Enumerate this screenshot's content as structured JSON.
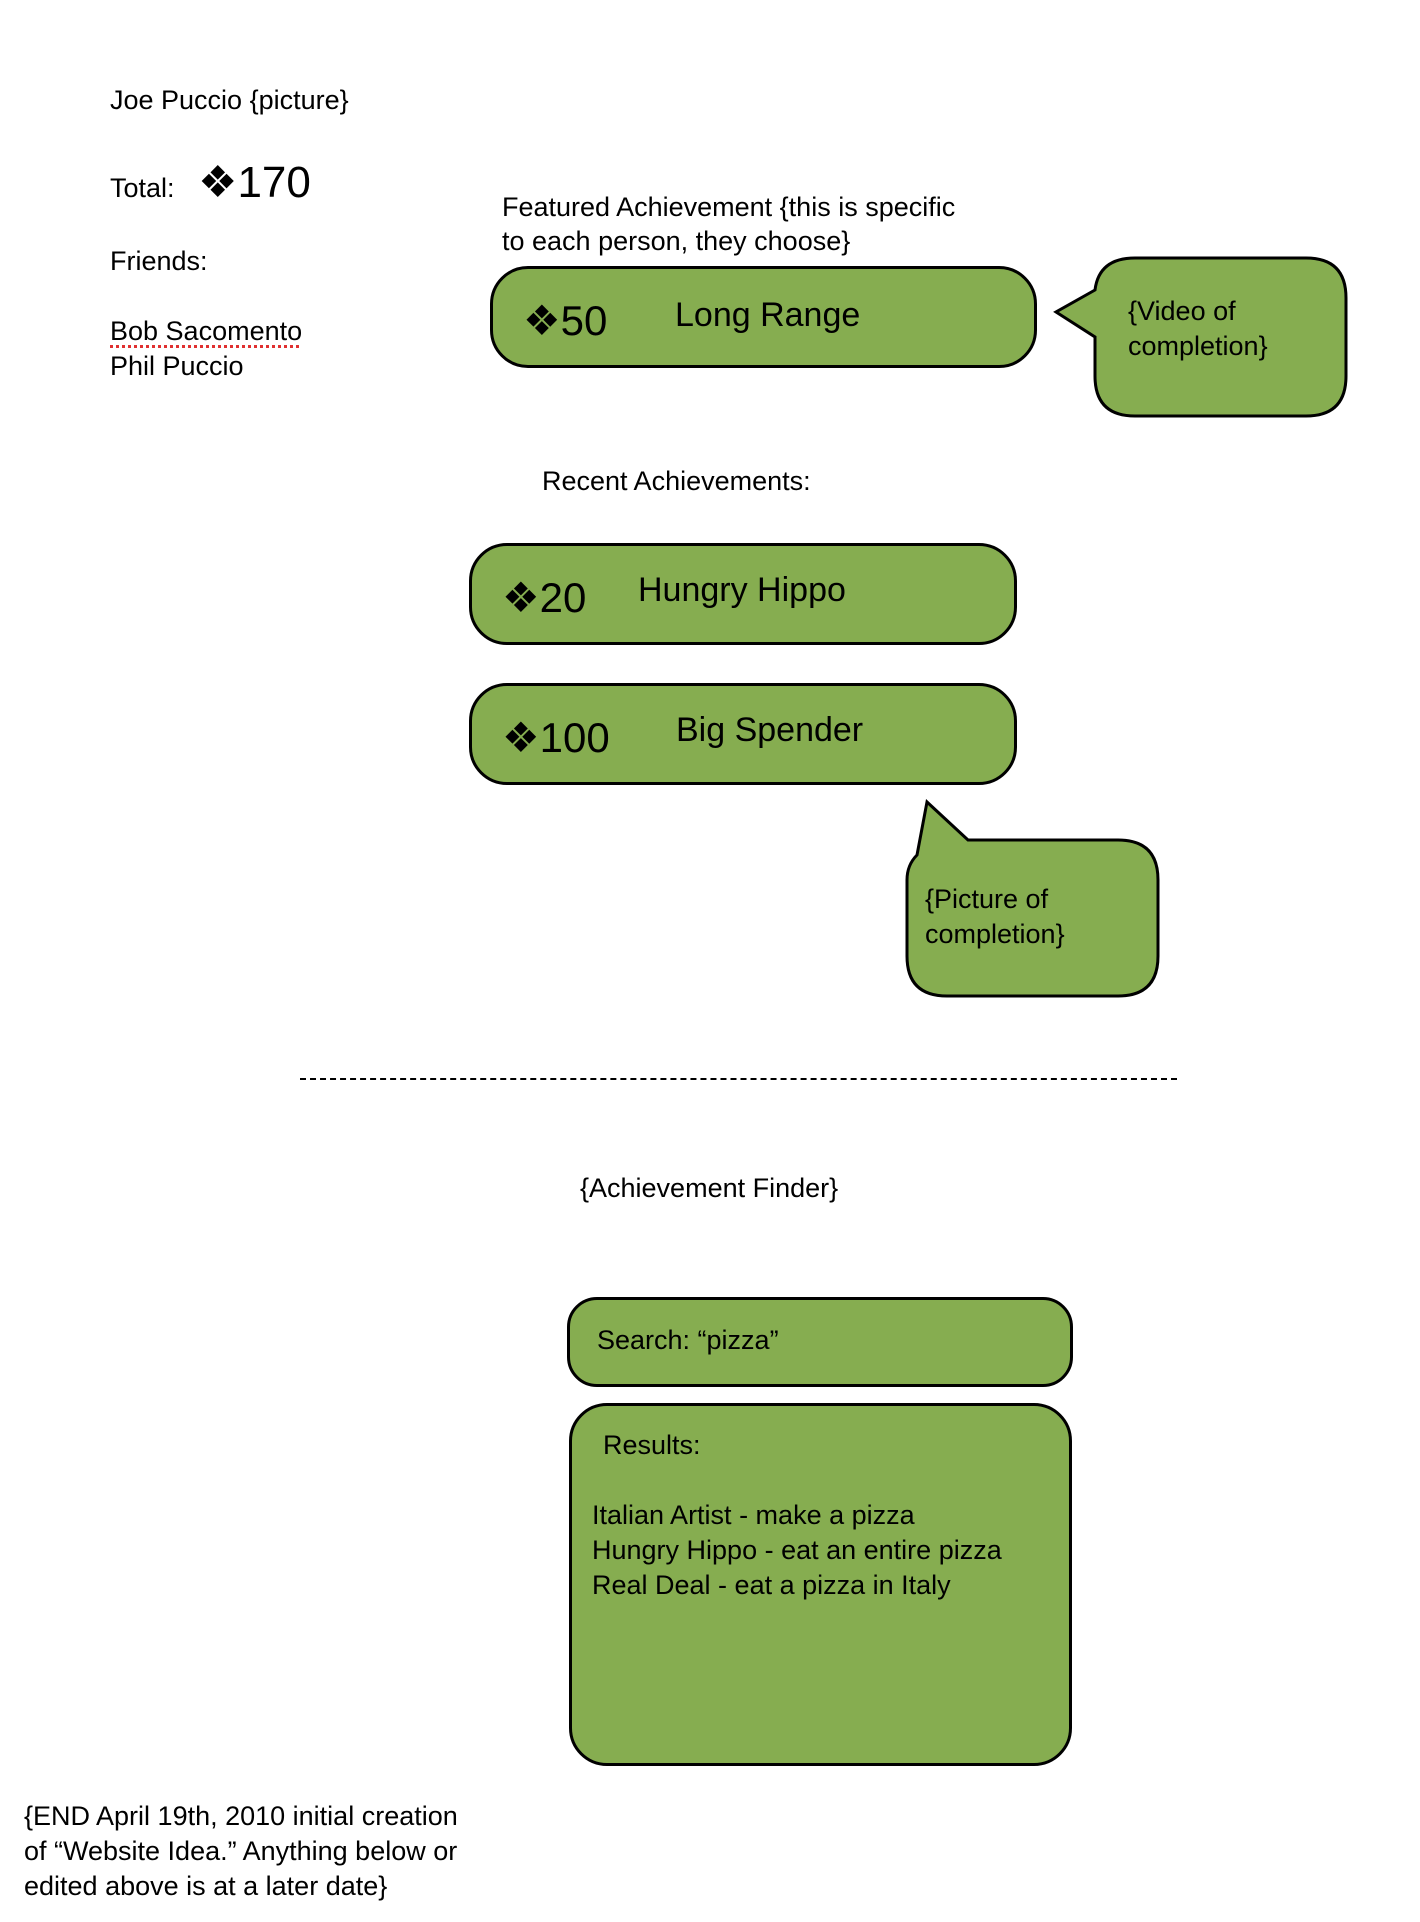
{
  "profile": {
    "name": "Joe Puccio {picture}",
    "total_label": "Total:",
    "total_value": "❖170",
    "friends_label": "Friends:",
    "friends": [
      "Bob Sacomento",
      "Phil Puccio"
    ]
  },
  "featured": {
    "heading_line1": "Featured Achievement {this is specific",
    "heading_line2": "to each person, they choose}",
    "points": "❖50",
    "name": "Long Range",
    "bubble_line1": "{Video of",
    "bubble_line2": "completion}"
  },
  "recent": {
    "heading": "Recent Achievements:",
    "items": [
      {
        "points": "❖20",
        "name": "Hungry Hippo"
      },
      {
        "points": "❖100",
        "name": "Big Spender"
      }
    ],
    "bubble_line1": "{Picture of",
    "bubble_line2": "completion}"
  },
  "finder": {
    "heading": "{Achievement Finder}",
    "search": "Search: “pizza”",
    "results_label": "Results:",
    "results": [
      "Italian Artist - make a pizza",
      "Hungry Hippo - eat an entire pizza",
      "Real Deal - eat a pizza in Italy"
    ]
  },
  "end_note": [
    "{END April 19th, 2010 initial creation",
    "of “Website Idea.” Anything below or",
    "edited above is at a later date}"
  ],
  "colors": {
    "green": "#86ad50",
    "outline": "#000000"
  }
}
